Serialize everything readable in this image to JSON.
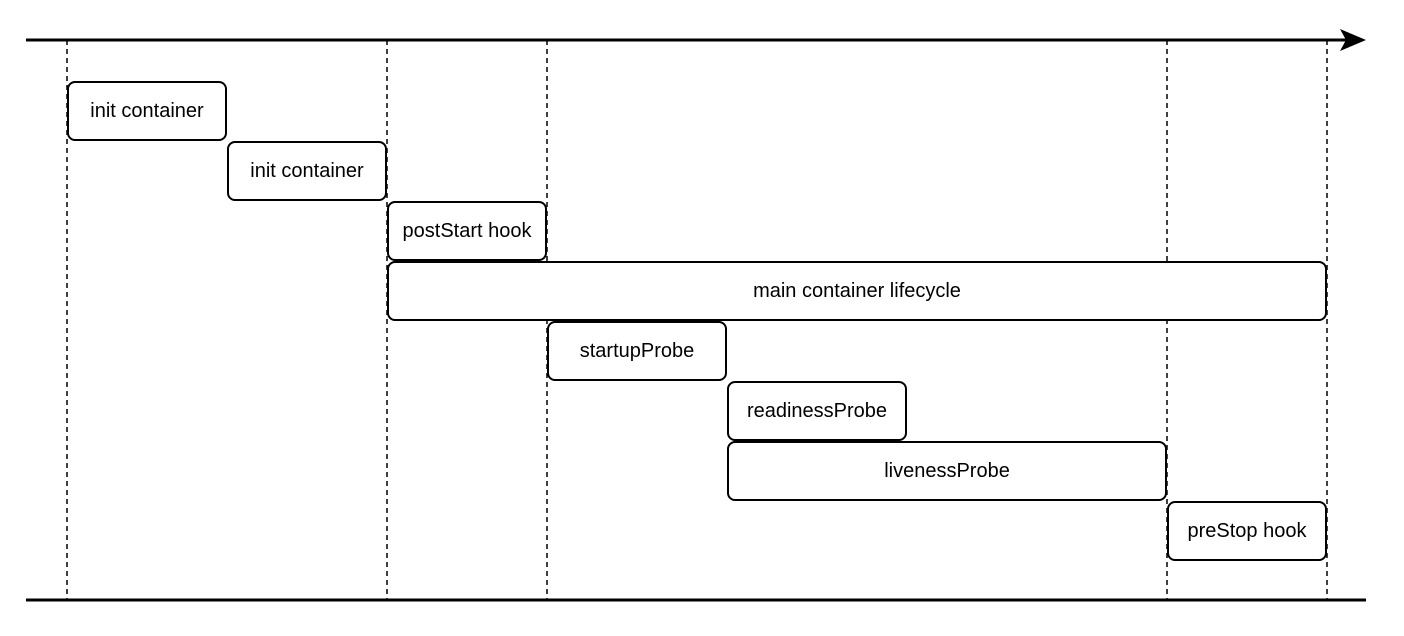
{
  "phases": {
    "init_container_1": "init container",
    "init_container_2": "init container",
    "poststart_hook": "postStart hook",
    "main_lifecycle": "main container lifecycle",
    "startup_probe": "startupProbe",
    "readiness_probe": "readinessProbe",
    "liveness_probe": "livenessProbe",
    "prestop_hook": "preStop hook"
  },
  "colors": {
    "stroke": "#000000",
    "background": "#ffffff"
  }
}
